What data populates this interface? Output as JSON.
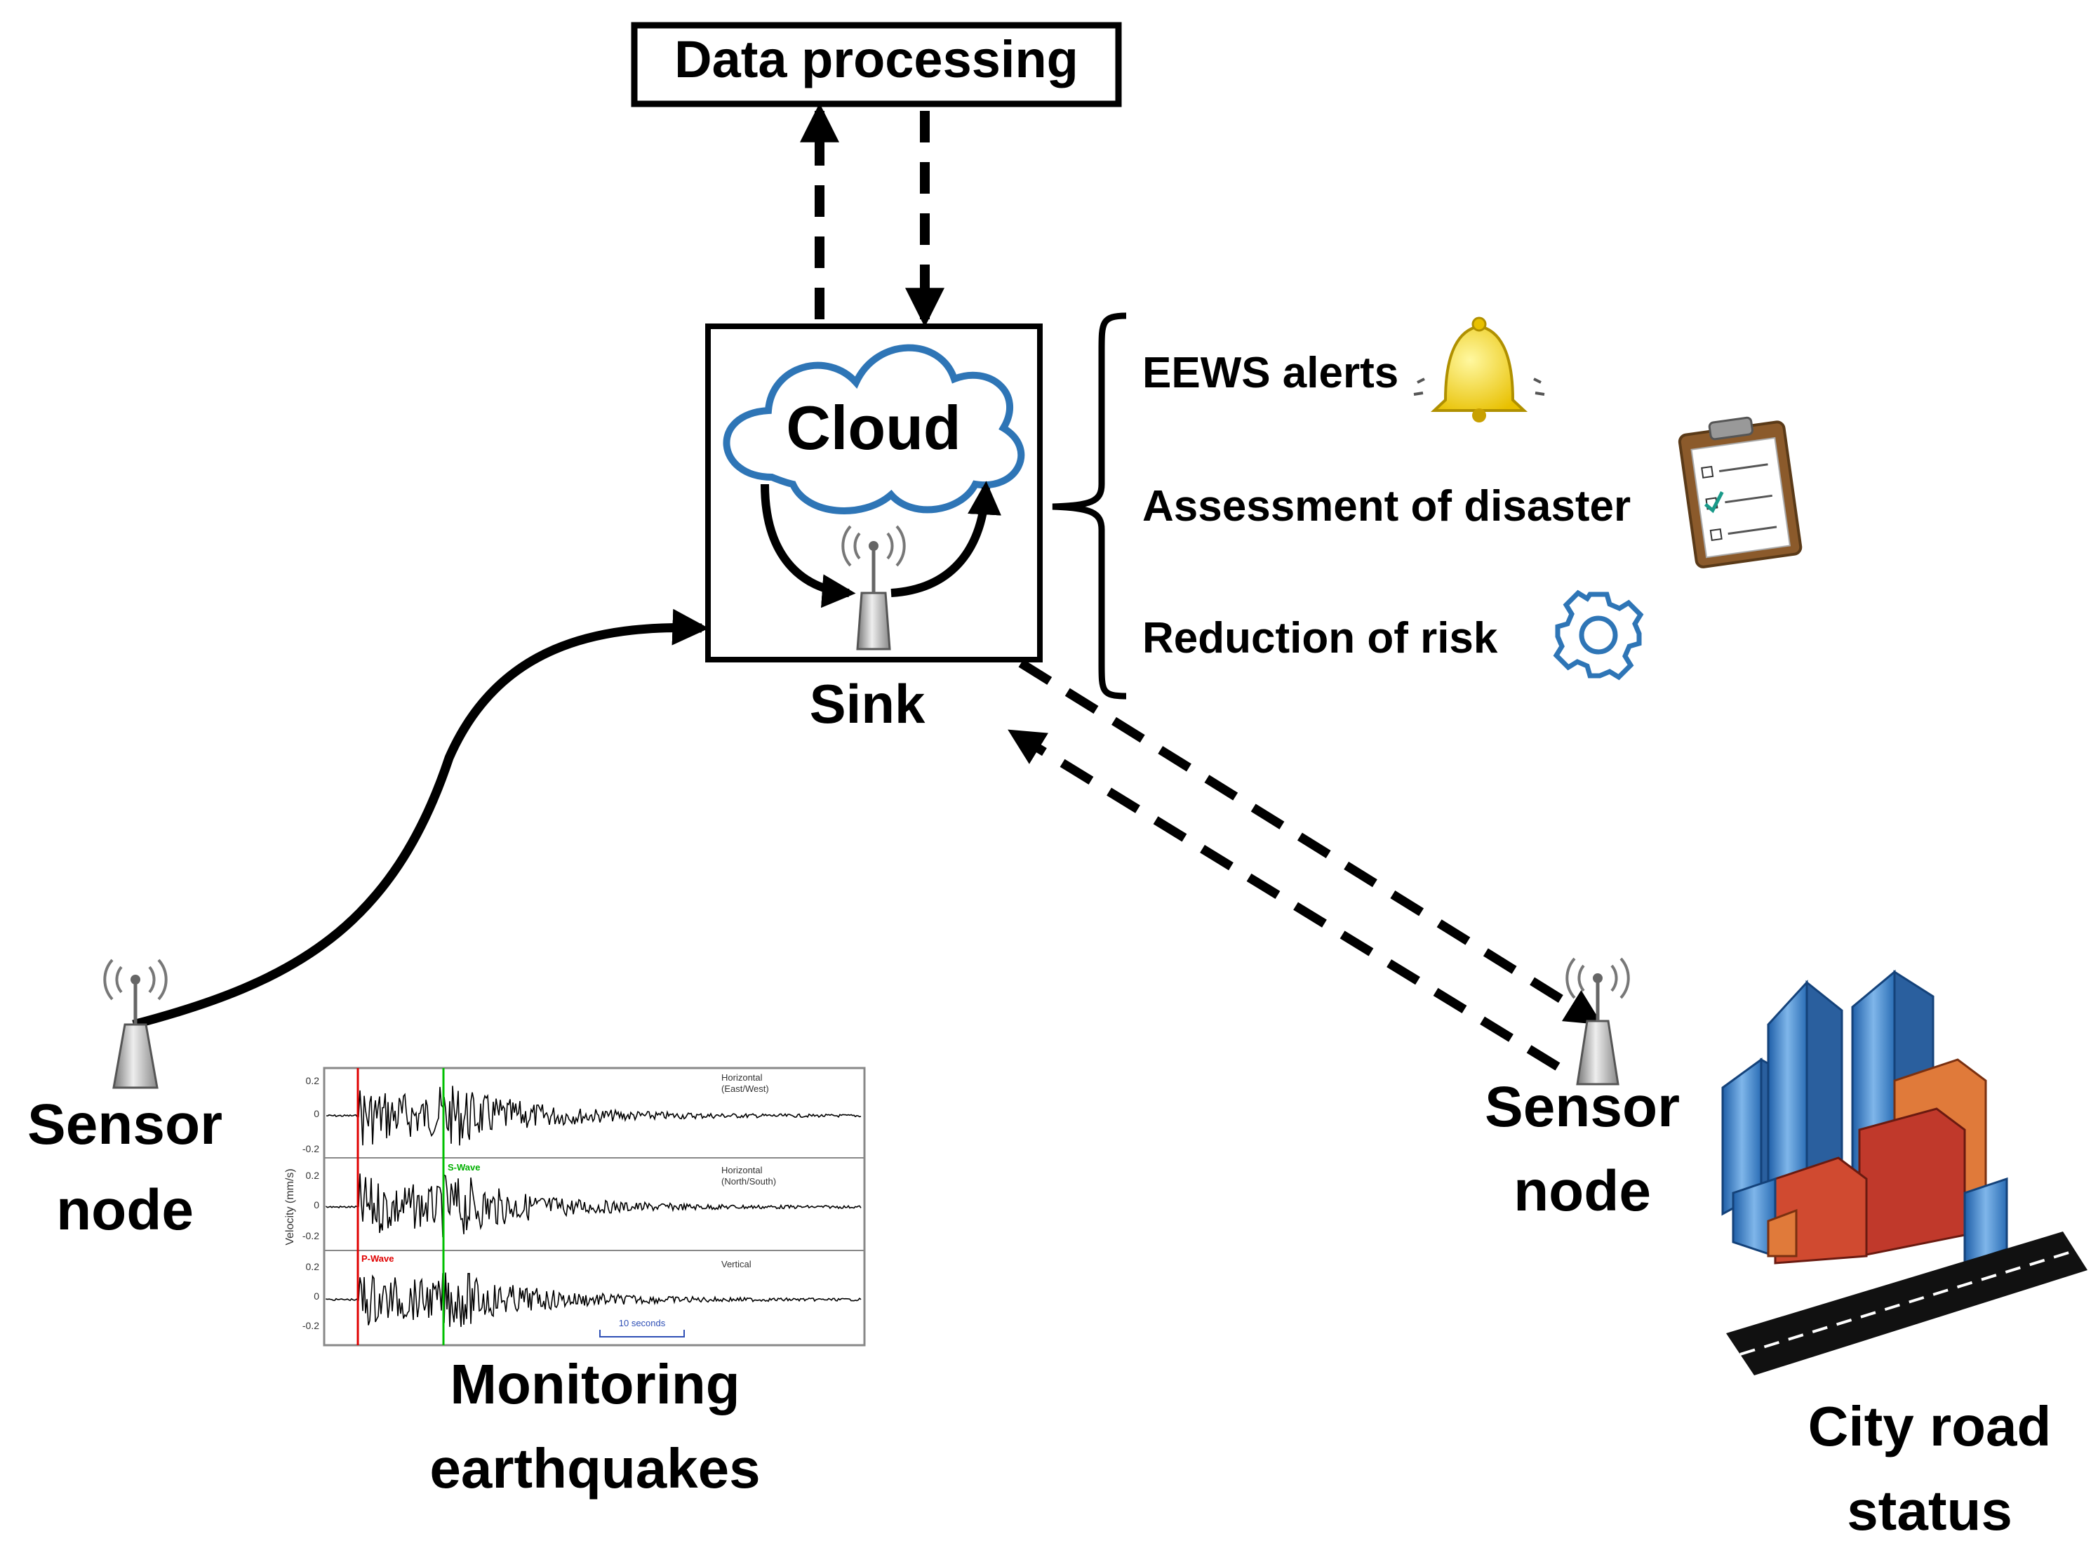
{
  "title_box": {
    "label": "Data processing"
  },
  "sink": {
    "cloud_label": "Cloud",
    "label": "Sink"
  },
  "services": [
    {
      "label": "EEWS alerts",
      "icon": "bell-icon"
    },
    {
      "label": "Assessment of disaster",
      "icon": "clipboard-icon"
    },
    {
      "label": "Reduction of risk",
      "icon": "gear-icon"
    }
  ],
  "left_node": {
    "line1": "Sensor",
    "line2": "node"
  },
  "right_node": {
    "line1": "Sensor",
    "line2": "node"
  },
  "seismogram": {
    "caption_line1": "Monitoring",
    "caption_line2": "earthquakes",
    "ylabel": "Velocity (mm/s)",
    "traces": [
      {
        "label1": "Horizontal",
        "label2": "(East/West)"
      },
      {
        "label1": "Horizontal",
        "label2": "(North/South)"
      },
      {
        "label1": "Vertical",
        "label2": ""
      }
    ],
    "p_wave": "P-Wave",
    "s_wave": "S-Wave",
    "scale": "10 seconds",
    "ticks": [
      "0.2",
      "0",
      "-0.2"
    ]
  },
  "city": {
    "line1": "City road",
    "line2": "status"
  },
  "colors": {
    "cloud": "#2e75b6",
    "bell": "#f5d000",
    "gear": "#2e75b6",
    "p_wave": "#e00000",
    "s_wave": "#00c000"
  }
}
